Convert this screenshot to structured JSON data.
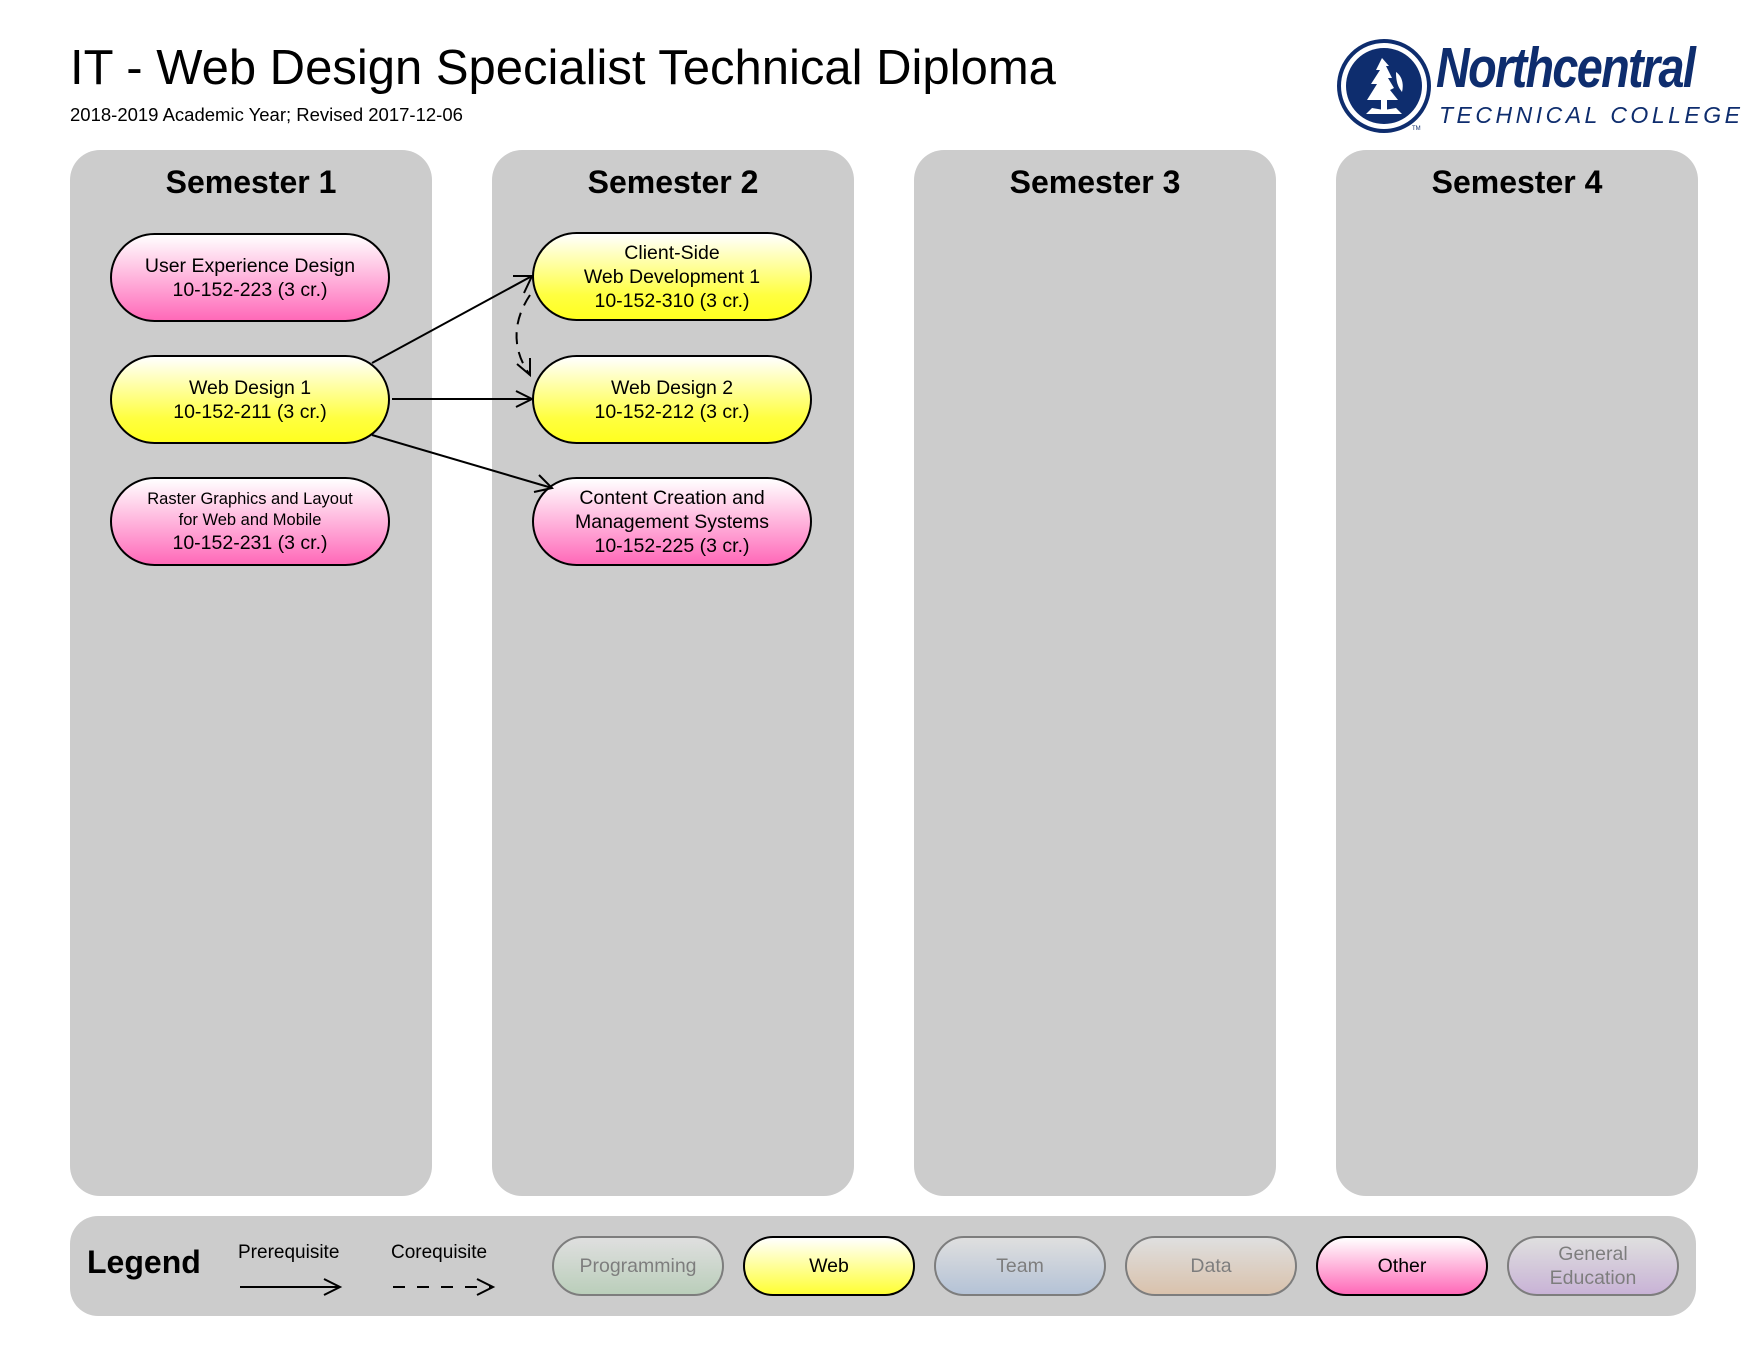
{
  "header": {
    "title": "IT - Web Design Specialist Technical Diploma",
    "subtitle": "2018-2019 Academic Year; Revised 2017-12-06"
  },
  "logo": {
    "wordmark": "Northcentral",
    "tagline": "TECHNICAL COLLEGE",
    "trademark": "TM"
  },
  "semesters": [
    {
      "title": "Semester 1"
    },
    {
      "title": "Semester 2"
    },
    {
      "title": "Semester 3"
    },
    {
      "title": "Semester 4"
    }
  ],
  "courses": [
    {
      "id": "ux",
      "semester": 1,
      "name": "User Experience Design",
      "code": "10-152-223 (3 cr.)",
      "category": "Other"
    },
    {
      "id": "wd1",
      "semester": 1,
      "name": "Web Design 1",
      "code": "10-152-211 (3 cr.)",
      "category": "Web"
    },
    {
      "id": "raster",
      "semester": 1,
      "name_lines": [
        "Raster Graphics and Layout",
        "for Web and Mobile"
      ],
      "code": "10-152-231 (3 cr.)",
      "category": "Other"
    },
    {
      "id": "csw1",
      "semester": 2,
      "name_lines": [
        "Client-Side",
        "Web Development 1"
      ],
      "code": "10-152-310 (3 cr.)",
      "category": "Web"
    },
    {
      "id": "wd2",
      "semester": 2,
      "name": "Web Design 2",
      "code": "10-152-212 (3 cr.)",
      "category": "Web"
    },
    {
      "id": "ccms",
      "semester": 2,
      "name_lines": [
        "Content Creation and",
        "Management Systems"
      ],
      "code": "10-152-225 (3 cr.)",
      "category": "Other"
    }
  ],
  "relations": [
    {
      "from": "wd1",
      "to": "csw1",
      "type": "prerequisite"
    },
    {
      "from": "wd1",
      "to": "wd2",
      "type": "prerequisite"
    },
    {
      "from": "wd1",
      "to": "ccms",
      "type": "prerequisite"
    },
    {
      "from": "csw1",
      "to": "wd2",
      "type": "corequisite"
    }
  ],
  "legend": {
    "title": "Legend",
    "prerequisite": "Prerequisite",
    "corequisite": "Corequisite",
    "categories": [
      {
        "label": "Programming",
        "color": "#9fd39f",
        "active": false
      },
      {
        "label": "Web",
        "color": "#ffff33",
        "active": true
      },
      {
        "label": "Team",
        "color": "#8fb4e8",
        "active": false
      },
      {
        "label": "Data",
        "color": "#f0b37a",
        "active": false
      },
      {
        "label": "Other",
        "color": "#ff69b8",
        "active": true
      },
      {
        "label": "General\nEducation",
        "color": "#c48ce8",
        "active": false
      }
    ]
  }
}
